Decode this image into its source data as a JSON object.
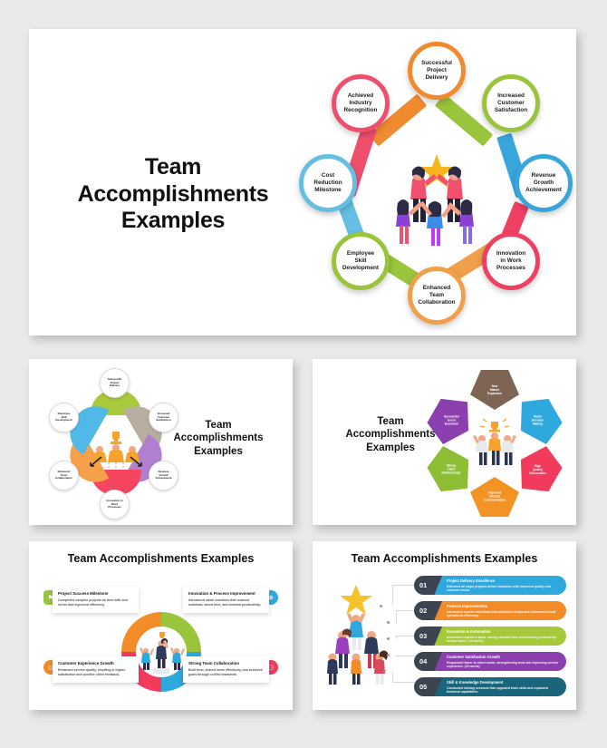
{
  "background_color": "#e9e9e9",
  "slides": {
    "hero": {
      "title_line1": "Team",
      "title_line2": "Accomplishments",
      "title_line3": "Examples",
      "center_illustration": "team-celebration-star-illustration",
      "nodes": [
        {
          "label_l1": "Successful",
          "label_l2": "Project",
          "label_l3": "Delivery",
          "color": "#f08a2e"
        },
        {
          "label_l1": "Increased",
          "label_l2": "Customer",
          "label_l3": "Satisfaction",
          "color": "#9ac43c"
        },
        {
          "label_l1": "Revenue",
          "label_l2": "Growth",
          "label_l3": "Achievement",
          "color": "#38a6dd"
        },
        {
          "label_l1": "Innovation",
          "label_l2": "in Work",
          "label_l3": "Processes",
          "color": "#ef3f62"
        },
        {
          "label_l1": "Enhanced",
          "label_l2": "Team",
          "label_l3": "Collaboration",
          "color": "#f0a04a"
        },
        {
          "label_l1": "Employee",
          "label_l2": "Skill",
          "label_l3": "Development",
          "color": "#9ac43c"
        },
        {
          "label_l1": "Cost",
          "label_l2": "Reduction",
          "label_l3": "Milestone",
          "color": "#66bfe3"
        },
        {
          "label_l1": "Achieved",
          "label_l2": "Industry",
          "label_l3": "Recognition",
          "color": "#ef4e6d"
        }
      ]
    },
    "gear": {
      "title_line1": "Team",
      "title_line2": "Accomplishments",
      "title_line3": "Examples",
      "center_illustration": "team-trophy-arrows-illustration",
      "nodes": [
        {
          "label_l1": "Successful",
          "label_l2": "Project",
          "label_l3": "Delivery",
          "color": "#a8c93c"
        },
        {
          "label_l1": "Increased",
          "label_l2": "Customer",
          "label_l3": "Satisfaction",
          "color": "#b9ada0"
        },
        {
          "label_l1": "Revenue",
          "label_l2": "Growth",
          "label_l3": "Achievement",
          "color": "#b07fd0"
        },
        {
          "label_l1": "Innovation in",
          "label_l2": "Work",
          "label_l3": "Processes",
          "color": "#f5455f"
        },
        {
          "label_l1": "Enhanced",
          "label_l2": "Team",
          "label_l3": "Collaboration",
          "color": "#f6a04c"
        },
        {
          "label_l1": "Employee",
          "label_l2": "Skill",
          "label_l3": "Development",
          "color": "#51b9e8"
        }
      ]
    },
    "octagon": {
      "title_line1": "Team",
      "title_line2": "Accomplishments",
      "title_line3": "Examples",
      "center_illustration": "three-people-trophy-illustration",
      "segments": [
        {
          "label_l1": "New",
          "label_l2": "Market",
          "label_l3": "Expansion",
          "color": "#7d6453"
        },
        {
          "label_l1": "Faster",
          "label_l2": "Decision",
          "label_l3": "Making",
          "color": "#2fa8dd"
        },
        {
          "label_l1": "High",
          "label_l2": "Quality",
          "label_l3": "Deliverables",
          "color": "#f23b5c"
        },
        {
          "label_l1": "Improved",
          "label_l2": "Internal",
          "label_l3": "Communication",
          "color": "#f39325"
        },
        {
          "label_l1": "Strong",
          "label_l2": "Client",
          "label_l3": "Relationships",
          "color": "#8cbd33"
        },
        {
          "label_l1": "Successful",
          "label_l2": "Event",
          "label_l3": "Execution",
          "color": "#8c3fae"
        }
      ]
    },
    "donut": {
      "title": "Team Accomplishments Examples",
      "center_illustration": "team-podium-trophy-illustration",
      "cards": [
        {
          "heading": "Project Success Milestone",
          "body": "Completed complex projects on time with zero errors and improved efficiency.",
          "icon": "flag-icon",
          "color": "#9ac43c"
        },
        {
          "heading": "Innovation & Process Improvement",
          "body": "Introduced smart solutions that reduced workload, saved time, and boosted productivity.",
          "icon": "gear-network-icon",
          "color": "#2fa8dd"
        },
        {
          "heading": "Customer Experience Growth",
          "body": "Enhanced service quality, resulting in higher satisfaction and positive client feedback.",
          "icon": "smile-gear-icon",
          "color": "#f28c28"
        },
        {
          "heading": "Strong Team Collaboration",
          "body": "Built trust, shared ideas effectively, and achieved goals through unified teamwork.",
          "icon": "people-group-icon",
          "color": "#f23b5c"
        }
      ],
      "ring_colors": [
        "#9ac43c",
        "#2fa8dd",
        "#f23b5c",
        "#f28c28"
      ]
    },
    "list": {
      "title": "Team Accomplishments Examples",
      "left_illustration": "team-pyramid-star-illustration",
      "items": [
        {
          "number": "01",
          "heading": "Project Delivery Excellence",
          "body": "Delivered all major projects before deadlines with improved quality and reduced rework.",
          "color": "#2fa8dd"
        },
        {
          "number": "02",
          "heading": "Process Improvements",
          "body": "Introduced smarter workflows that minimized delays and enhanced overall operational efficiency.",
          "color": "#f28c28"
        },
        {
          "number": "03",
          "heading": "Innovation & Automation",
          "body": "Automated repetitive tasks, saving valuable time and boosting productivity across teams. (15 words)",
          "color": "#a6c93a"
        },
        {
          "number": "04",
          "heading": "Customer Satisfaction Growth",
          "body": "Responded faster to client needs, strengthening trust and improving service experience. (15 words)",
          "color": "#8c3fae"
        },
        {
          "number": "05",
          "heading": "Skill & Knowledge Development",
          "body": "Conducted training sessions that upgraded team skills and expanded technical capabilities.",
          "color": "#18657c"
        }
      ],
      "badge_color": "#3b4450"
    }
  }
}
